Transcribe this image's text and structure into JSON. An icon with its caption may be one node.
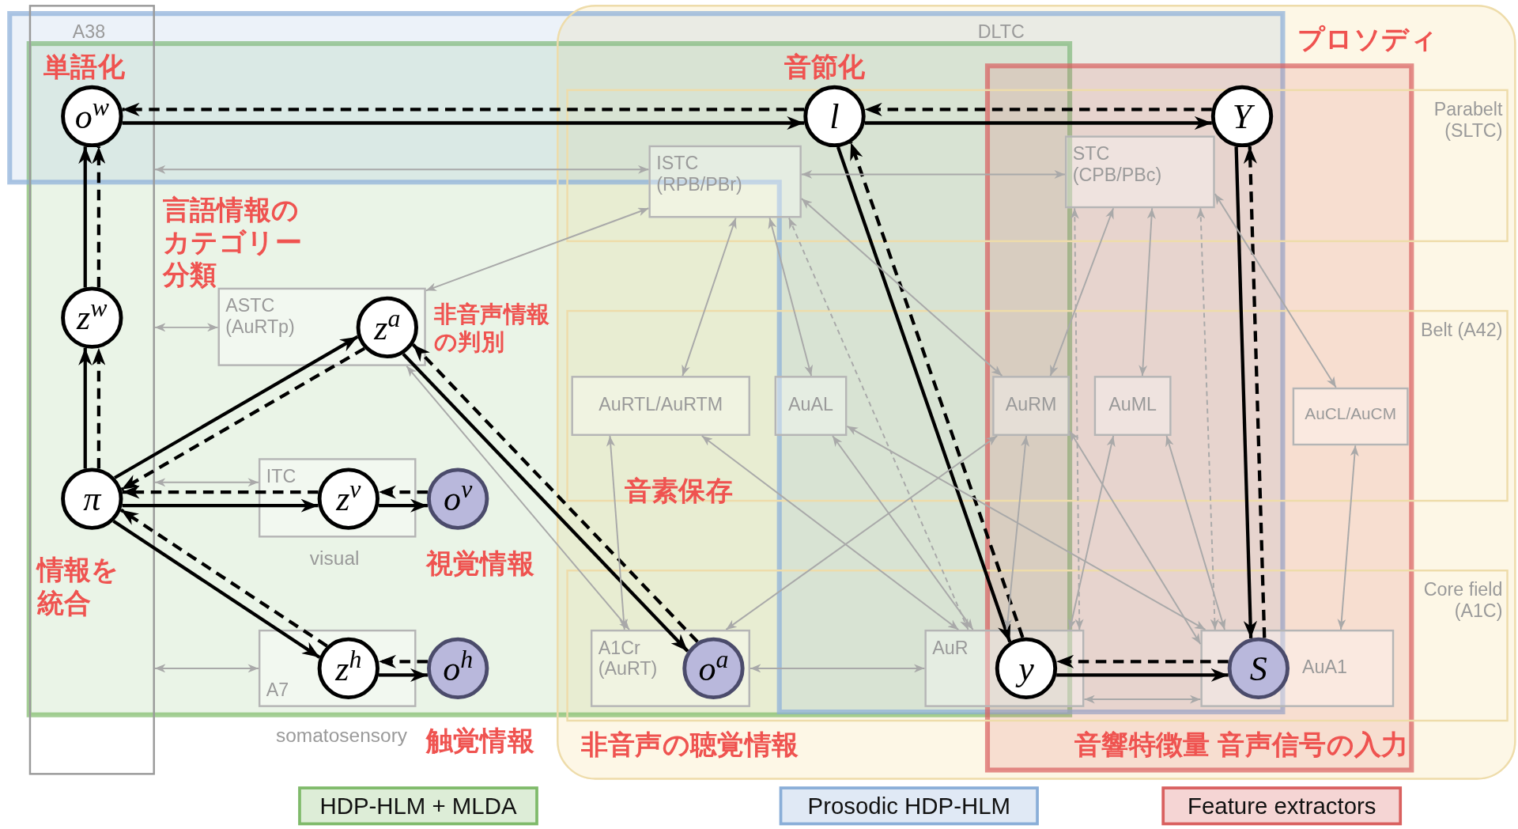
{
  "diagram": {
    "nodes": [
      {
        "text": [
          "A38"
        ]
      },
      {
        "text": [
          "DLTC"
        ]
      },
      {
        "text": [
          "Parabelt (SLTC)"
        ],
        "in": 1
      },
      {
        "text": [
          "ISTC (RPB/PBr)"
        ],
        "in": 2
      },
      {
        "text": [
          "STC (CPB/PBc)"
        ],
        "in": 2
      },
      {
        "text": [
          "Belt (A42)"
        ],
        "in": 1
      },
      {
        "text": [
          "AuRTL/AuRTM"
        ],
        "in": 5
      },
      {
        "text": [
          "AuAL"
        ],
        "in": 5
      },
      {
        "text": [
          "AuRM"
        ],
        "in": 5
      },
      {
        "text": [
          "AuML"
        ],
        "in": 5
      },
      {
        "text": [
          "AuCL/AuCM"
        ],
        "in": 5
      },
      {
        "text": [
          "Core field (A1C)"
        ],
        "in": 1
      },
      {
        "text": [
          "A1Cr (AuRT)"
        ],
        "in": 11
      },
      {
        "text": [
          "AuR"
        ],
        "in": 11
      },
      {
        "text": [
          "AuA1"
        ],
        "in": 11
      },
      {
        "text": [
          "ASTC (AuRTp)"
        ]
      },
      {
        "text": [
          "ITC"
        ],
        "beside": [
          "visual"
        ]
      },
      {
        "text": [
          "A7"
        ],
        "beside": [
          "somatosensory"
        ]
      },
      {
        "text": [
          "o$^{w}$"
        ],
        "beside": [
          "単語化"
        ],
        "in": 0
      },
      {
        "text": [
          "l"
        ],
        "beside": [
          "音節化"
        ],
        "in": 2
      },
      {
        "text": [
          "Y"
        ],
        "beside": [
          "プロソディ"
        ],
        "in": 2
      },
      {
        "text": [
          "z$^{w}$"
        ],
        "in": 0
      },
      {
        "text": [
          "z$^{a}$"
        ],
        "beside": [
          "非音声情報の判別"
        ],
        "in": 15
      },
      {
        "text": [
          "π"
        ],
        "in": 0
      },
      {
        "text": [
          "z$^{v}$"
        ],
        "in": 16
      },
      {
        "text": [
          "o$^{v}$"
        ],
        "beside": [
          "視覚情報"
        ]
      },
      {
        "text": [
          "z$^{h}$"
        ],
        "in": 17
      },
      {
        "text": [
          "o$^{h}$"
        ],
        "beside": [
          "触覚情報"
        ]
      },
      {
        "text": [
          "o$^{a}$"
        ],
        "beside": [
          "非音声の聴覚情報"
        ],
        "in": 12
      },
      {
        "text": [
          "y"
        ],
        "beside": [
          "音響特徴量"
        ],
        "in": 13
      },
      {
        "text": [
          "S"
        ],
        "beside": [
          "音声信号の入力"
        ],
        "in": 14
      }
    ],
    "edges": [
      {
        "from": 18,
        "to": 19,
        "arrow": "to",
        "color": "#000000"
      },
      {
        "from": 19,
        "to": 18,
        "arrow": "to",
        "style": "dashed",
        "color": "#000000"
      },
      {
        "from": 19,
        "to": 20,
        "arrow": "to",
        "color": "#000000"
      },
      {
        "from": 20,
        "to": 19,
        "arrow": "to",
        "style": "dashed",
        "color": "#000000"
      },
      {
        "from": 19,
        "to": 29,
        "arrow": "to",
        "color": "#000000"
      },
      {
        "from": 29,
        "to": 19,
        "arrow": "to",
        "style": "dashed",
        "color": "#000000"
      },
      {
        "from": 20,
        "to": 30,
        "arrow": "to",
        "color": "#000000"
      },
      {
        "from": 30,
        "to": 20,
        "arrow": "to",
        "style": "dashed",
        "color": "#000000"
      },
      {
        "from": 29,
        "to": 30,
        "arrow": "to",
        "color": "#000000"
      },
      {
        "from": 30,
        "to": 29,
        "arrow": "to",
        "style": "dashed",
        "color": "#000000"
      },
      {
        "from": 21,
        "to": 18,
        "arrow": "to",
        "color": "#000000"
      },
      {
        "from": 21,
        "to": 18,
        "arrow": "to",
        "style": "dashed",
        "color": "#000000"
      },
      {
        "from": 23,
        "to": 21,
        "arrow": "to",
        "color": "#000000"
      },
      {
        "from": 23,
        "to": 21,
        "arrow": "to",
        "style": "dashed",
        "color": "#000000"
      },
      {
        "from": 23,
        "to": 22,
        "arrow": "to",
        "color": "#000000"
      },
      {
        "from": 22,
        "to": 23,
        "arrow": "to",
        "style": "dashed",
        "color": "#000000"
      },
      {
        "from": 22,
        "to": 28,
        "arrow": "to",
        "color": "#000000"
      },
      {
        "from": 28,
        "to": 22,
        "arrow": "to",
        "style": "dashed",
        "color": "#000000"
      },
      {
        "from": 23,
        "to": 24,
        "arrow": "to",
        "color": "#000000"
      },
      {
        "from": 24,
        "to": 23,
        "arrow": "to",
        "style": "dashed",
        "color": "#000000"
      },
      {
        "from": 24,
        "to": 25,
        "arrow": "to",
        "color": "#000000"
      },
      {
        "from": 25,
        "to": 24,
        "arrow": "to",
        "style": "dashed",
        "color": "#000000"
      },
      {
        "from": 23,
        "to": 26,
        "arrow": "to",
        "color": "#000000"
      },
      {
        "from": 26,
        "to": 23,
        "arrow": "to",
        "style": "dashed",
        "color": "#000000"
      },
      {
        "from": 26,
        "to": 27,
        "arrow": "to",
        "color": "#000000"
      },
      {
        "from": 27,
        "to": 26,
        "arrow": "to",
        "style": "dashed",
        "color": "#000000"
      },
      {
        "from": 0,
        "to": 3,
        "arrow": "both"
      },
      {
        "from": 3,
        "to": 4,
        "arrow": "both"
      },
      {
        "from": 0,
        "to": 15,
        "arrow": "both"
      },
      {
        "from": 0,
        "to": 16,
        "arrow": "both"
      },
      {
        "from": 0,
        "to": 17,
        "arrow": "both"
      },
      {
        "from": 15,
        "to": 3,
        "arrow": "both"
      },
      {
        "from": 3,
        "to": 6,
        "arrow": "both"
      },
      {
        "from": 3,
        "to": 7,
        "arrow": "both"
      },
      {
        "from": 3,
        "to": 13,
        "arrow": "both",
        "style": "dashed"
      },
      {
        "from": 3,
        "to": 8,
        "arrow": "both"
      },
      {
        "from": 4,
        "to": 8,
        "arrow": "both"
      },
      {
        "from": 4,
        "to": 9,
        "arrow": "both"
      },
      {
        "from": 4,
        "to": 13,
        "arrow": "both",
        "style": "dashed"
      },
      {
        "from": 4,
        "to": 14,
        "arrow": "both",
        "style": "dashed"
      },
      {
        "from": 4,
        "to": 10,
        "arrow": "both"
      },
      {
        "from": 6,
        "to": 12,
        "arrow": "both"
      },
      {
        "from": 6,
        "to": 13,
        "arrow": "both"
      },
      {
        "from": 7,
        "to": 13,
        "arrow": "both"
      },
      {
        "from": 7,
        "to": 14,
        "arrow": "both"
      },
      {
        "from": 8,
        "to": 12,
        "arrow": "both"
      },
      {
        "from": 8,
        "to": 13,
        "arrow": "both"
      },
      {
        "from": 8,
        "to": 14,
        "arrow": "both"
      },
      {
        "from": 9,
        "to": 13,
        "arrow": "both"
      },
      {
        "from": 9,
        "to": 14,
        "arrow": "both"
      },
      {
        "from": 10,
        "to": 14,
        "arrow": "both"
      },
      {
        "from": 12,
        "to": 13,
        "arrow": "both"
      },
      {
        "from": 13,
        "to": 14,
        "arrow": "both"
      },
      {
        "from": 15,
        "to": 12,
        "arrow": "both"
      }
    ],
    "labels": [
      "言語情報のカテゴリー分類",
      "音素保存",
      "情報を統合"
    ],
    "legend": [
      {
        "text": "HDP-HLM + MLDA",
        "color": "#7fba6a"
      },
      {
        "text": "Prosodic HDP-HLM",
        "color": "#8aaed8"
      },
      {
        "text": "Feature extractors",
        "color": "#d9605f"
      }
    ]
  }
}
